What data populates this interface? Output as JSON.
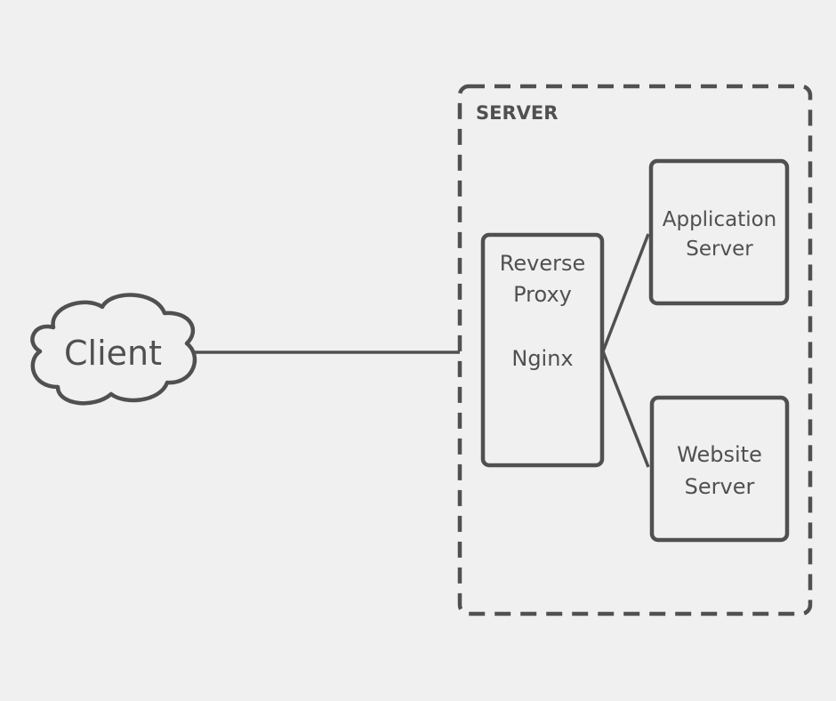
{
  "diagram": {
    "server_group": {
      "label": "SERVER"
    },
    "client": {
      "label": "Client"
    },
    "proxy": {
      "line1": "Reverse",
      "line2": "Proxy",
      "line3": "Nginx"
    },
    "app_server": {
      "line1": "Application",
      "line2": "Server"
    },
    "web_server": {
      "line1": "Website",
      "line2": "Server"
    },
    "colors": {
      "stroke": "#505050",
      "background": "#f0f0f0",
      "text": "#505050"
    }
  }
}
